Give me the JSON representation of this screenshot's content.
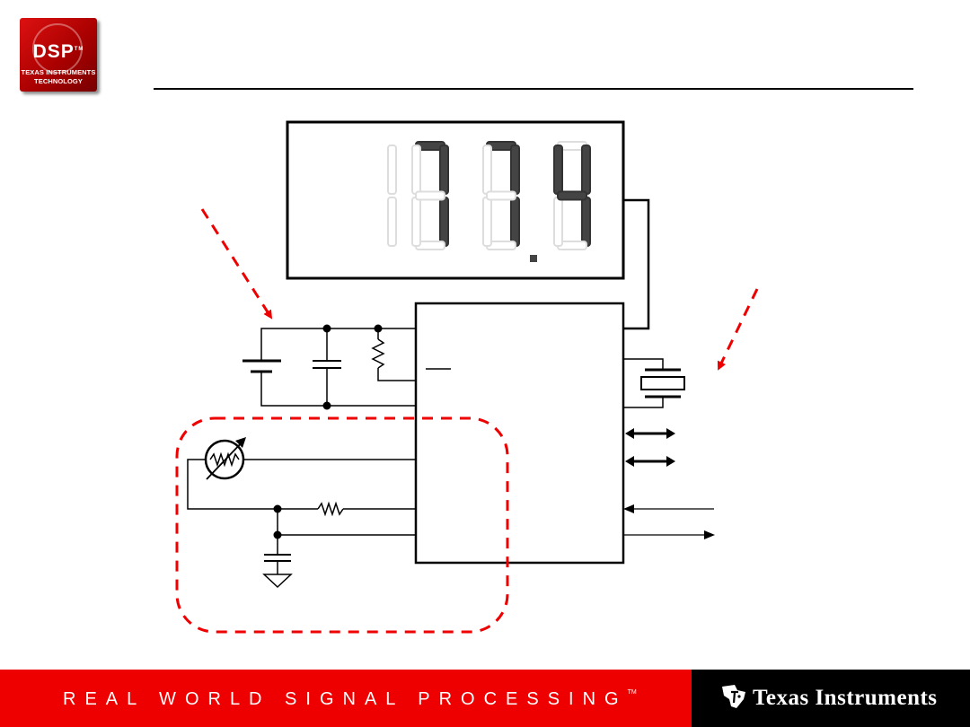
{
  "header": {
    "logo": {
      "title": "DSP",
      "trademark": "TM",
      "line1": "TEXAS INSTRUMENTS",
      "line2": "TECHNOLOGY"
    }
  },
  "display": {
    "digits": [
      "",
      "7",
      "7",
      "4"
    ],
    "decimal_point_on": true,
    "lit_segment_color": "#444444",
    "unlit_segment_color": "#dddddd"
  },
  "annotations": {
    "arrow_color": "#e00000",
    "callout_box_color": "#e00000"
  },
  "footer": {
    "tagline": "REAL WORLD SIGNAL PROCESSING",
    "tagline_tm": "TM",
    "company": "Texas Instruments",
    "band_color": "#ee0000"
  }
}
